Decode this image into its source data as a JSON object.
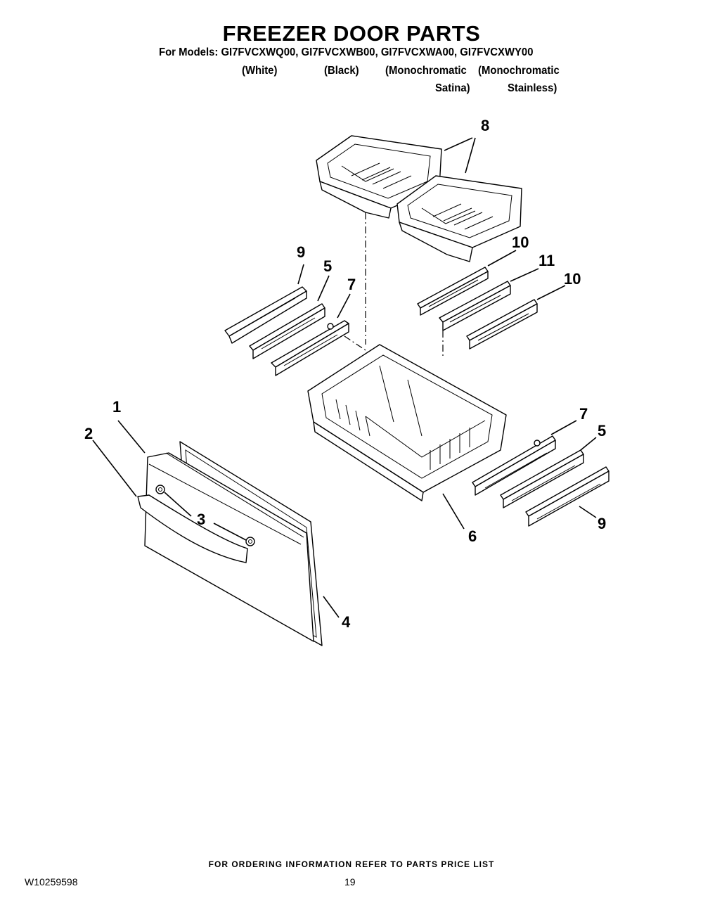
{
  "header": {
    "title": "FREEZER DOOR PARTS",
    "models_line": "For Models: GI7FVCXWQ00, GI7FVCXWB00, GI7FVCXWA00, GI7FVCXWY00",
    "variants": [
      {
        "line1": "(White)",
        "line2": ""
      },
      {
        "line1": "(Black)",
        "line2": ""
      },
      {
        "line1": "(Monochromatic",
        "line2": "Satina)"
      },
      {
        "line1": "(Monochromatic",
        "line2": "Stainless)"
      }
    ]
  },
  "callouts": {
    "c1": "1",
    "c2": "2",
    "c3": "3",
    "c4": "4",
    "c5_left": "5",
    "c5_right": "5",
    "c6": "6",
    "c7_left": "7",
    "c7_right": "7",
    "c8": "8",
    "c9_left": "9",
    "c9_right": "9",
    "c10_top": "10",
    "c10_bottom": "10",
    "c11": "11"
  },
  "footer": {
    "ordering_note": "FOR ORDERING INFORMATION REFER TO PARTS PRICE LIST",
    "doc_number": "W10259598",
    "page_number": "19"
  }
}
